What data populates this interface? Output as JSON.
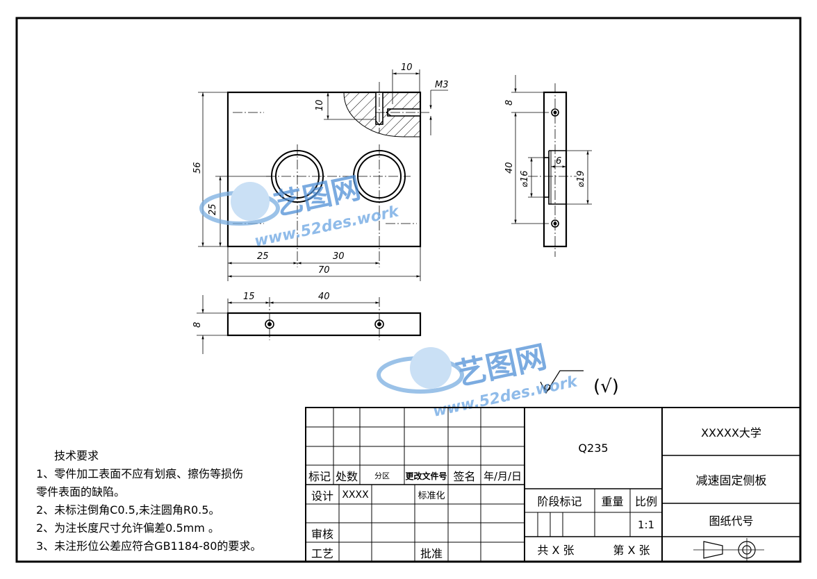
{
  "drawing": {
    "dimensions": {
      "top_10": "10",
      "m3": "M3",
      "side_10": "10",
      "height_56": "56",
      "height_25": "25",
      "width_25": "25",
      "width_30": "30",
      "width_70": "70",
      "bottom_15": "15",
      "bottom_40": "40",
      "thickness_8": "8",
      "right_8": "8",
      "right_40": "40",
      "dia_16": "⌀16",
      "dia_19": "⌀19",
      "depth_6": "6"
    },
    "roughness_symbol": "(√)"
  },
  "watermark": {
    "brand": "艺图网",
    "url": "www.52des.work"
  },
  "tech_requirements": {
    "title": "技术要求",
    "items": [
      "1、零件加工表面不应有划痕、擦伤等损伤",
      "零件表面的缺陷。",
      "2、未标注倒角C0.5,未注圆角R0.5。",
      "2、为注长度尺寸允许偏差0.5mm 。",
      "3、未注形位公差应符合GB1184-80的要求。"
    ]
  },
  "title_block": {
    "revision_headers": [
      "标记",
      "处数",
      "分区",
      "更改文件号",
      "签名",
      "年/月/日"
    ],
    "design_label": "设计",
    "designer": "XXXX",
    "standardization": "标准化",
    "review": "审核",
    "process": "工艺",
    "approve": "批准",
    "material": "Q235",
    "stage_mark": "阶段标记",
    "weight": "重量",
    "scale_label": "比例",
    "scale_value": "1:1",
    "sheets_total": "共 X 张",
    "sheet_no": "第 X 张",
    "university": "XXXXX大学",
    "part_name": "减速固定侧板",
    "drawing_code": "图纸代号"
  }
}
